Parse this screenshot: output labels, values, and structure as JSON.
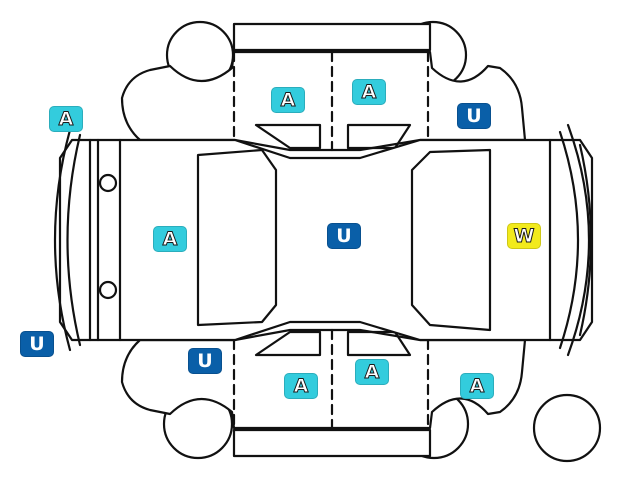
{
  "colors": {
    "A": "#33ccdd",
    "U": "#0a5fa8",
    "W": "#f2ea1c",
    "line": "#111111"
  },
  "badges": [
    {
      "id": "a-front-left-corner",
      "code": "A",
      "label": "A"
    },
    {
      "id": "a-front-door-left",
      "code": "A",
      "label": "A"
    },
    {
      "id": "a-rear-door-left",
      "code": "A",
      "label": "A"
    },
    {
      "id": "u-rear-left-corner",
      "code": "U",
      "label": "U"
    },
    {
      "id": "a-hood",
      "code": "A",
      "label": "A"
    },
    {
      "id": "u-roof",
      "code": "U",
      "label": "U"
    },
    {
      "id": "w-trunk",
      "code": "W",
      "label": "W"
    },
    {
      "id": "u-front-right-corner",
      "code": "U",
      "label": "U"
    },
    {
      "id": "u-front-door-right",
      "code": "U",
      "label": "U"
    },
    {
      "id": "a-front-door-right",
      "code": "A",
      "label": "A"
    },
    {
      "id": "a-rear-door-right",
      "code": "A",
      "label": "A"
    },
    {
      "id": "a-rear-right-corner",
      "code": "A",
      "label": "A"
    }
  ]
}
